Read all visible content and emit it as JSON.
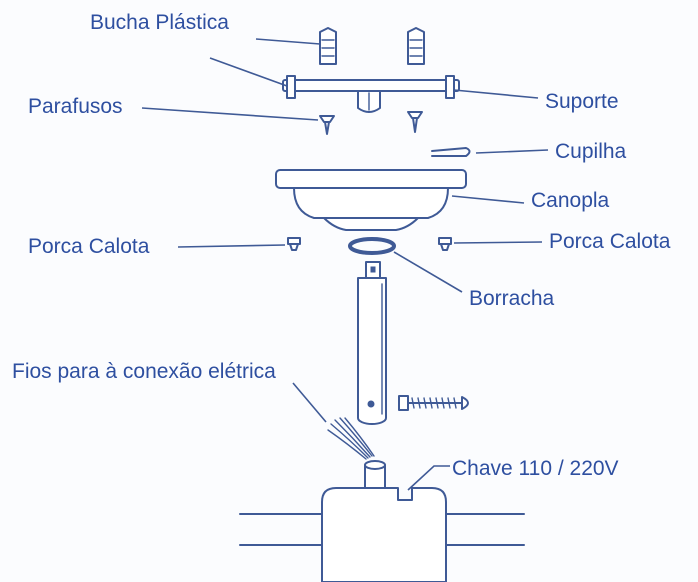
{
  "labels": {
    "bucha": "Bucha Plástica",
    "parafusos": "Parafusos",
    "suporte": "Suporte",
    "cupilha": "Cupilha",
    "canopla": "Canopla",
    "porca_left": "Porca Calota",
    "porca_right": "Porca Calota",
    "borracha": "Borracha",
    "fios": "Fios para à conexão elétrica",
    "chave": "Chave 110 / 220V"
  }
}
